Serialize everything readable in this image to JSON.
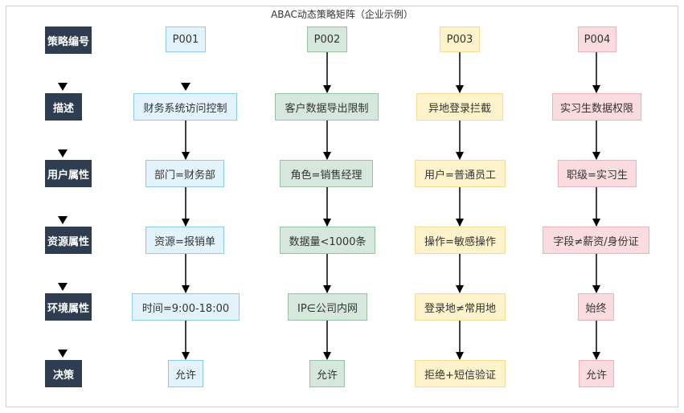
{
  "title": "ABAC动态策略矩阵（企业示例）",
  "rows": [
    "策略编号",
    "描述",
    "用户属性",
    "资源属性",
    "环境属性",
    "决策"
  ],
  "policies": [
    {
      "id": "P001",
      "description": "财务系统访问控制",
      "user_attr": "部门=财务部",
      "resource_attr": "资源=报销单",
      "env_attr": "时间=9:00-18:00",
      "decision": "允许",
      "fill": "#e3f3fc",
      "stroke": "#8ccbea"
    },
    {
      "id": "P002",
      "description": "客户数据导出限制",
      "user_attr": "角色=销售经理",
      "resource_attr": "数据量<1000条",
      "env_attr": "IP∈公司内网",
      "decision": "允许",
      "fill": "#d6e8dd",
      "stroke": "#97c2a6"
    },
    {
      "id": "P003",
      "description": "异地登录拦截",
      "user_attr": "用户=普通员工",
      "resource_attr": "操作=敏感操作",
      "env_attr": "登录地≠常用地",
      "decision": "拒绝+短信验证",
      "fill": "#fff3cc",
      "stroke": "#f3dd95"
    },
    {
      "id": "P004",
      "description": "实习生数据权限",
      "user_attr": "职级=实习生",
      "resource_attr": "字段≠薪资/身份证",
      "env_attr": "始终",
      "decision": "允许",
      "fill": "#fadbdf",
      "stroke": "#efb1b9"
    }
  ],
  "colors": {
    "label_bg": "#2e3d4f",
    "label_text": "#ffffff",
    "arrow": "#000000"
  }
}
